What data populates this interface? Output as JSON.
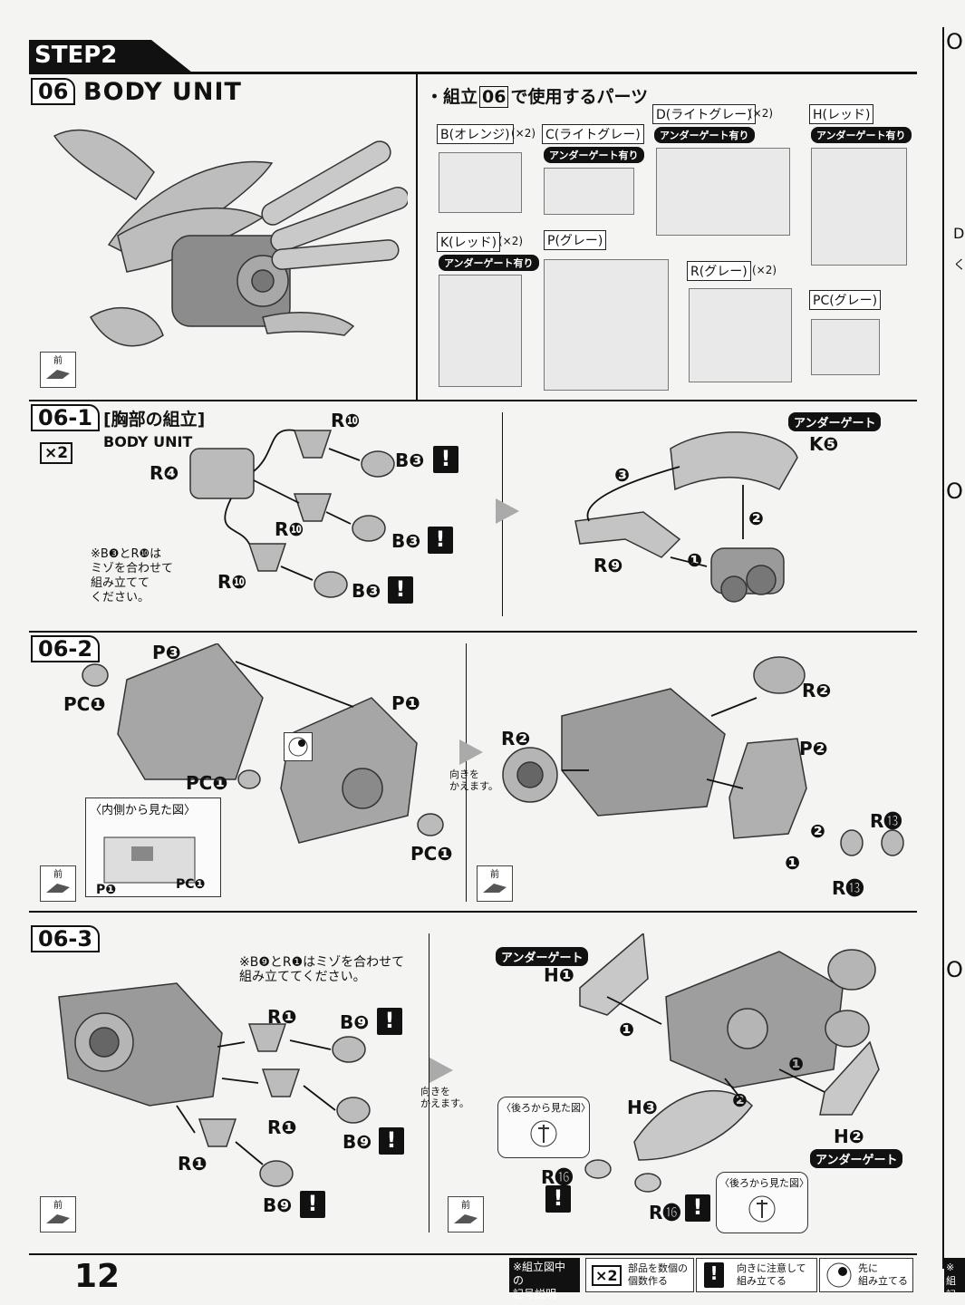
{
  "header": {
    "step": "STEP2",
    "section_num": "06",
    "section_title": "BODY UNIT"
  },
  "parts_list": {
    "title_prefix": "・組立",
    "title_num": "06",
    "title_suffix": "で使用するパーツ",
    "parts": [
      {
        "label": "B(オレンジ)",
        "qty": "(×2)",
        "tag": ""
      },
      {
        "label": "C(ライトグレー)",
        "qty": "",
        "tag": "アンダーゲート有り"
      },
      {
        "label": "D(ライトグレー)",
        "qty": "(×2)",
        "tag": "アンダーゲート有り"
      },
      {
        "label": "H(レッド)",
        "qty": "",
        "tag": "アンダーゲート有り"
      },
      {
        "label": "K(レッド)",
        "qty": "(×2)",
        "tag": "アンダーゲート有り"
      },
      {
        "label": "P(グレー)",
        "qty": "",
        "tag": ""
      },
      {
        "label": "R(グレー)",
        "qty": "(×2)",
        "tag": ""
      },
      {
        "label": "PC(グレー)",
        "qty": "",
        "tag": ""
      }
    ]
  },
  "front_label": "前",
  "step1": {
    "num": "06-1",
    "title": "[胸部の組立]",
    "subtitle": "BODY UNIT",
    "multiplier": "×2",
    "note": "※B❸とR❿は\nミゾを合わせて\n組み立てて\nください。",
    "labels": {
      "r4": "R❹",
      "r10": "R❿",
      "b3": "B❸",
      "r9": "R❾",
      "k5": "K❺",
      "undergate": "アンダーゲート",
      "n1": "❶",
      "n2": "❷",
      "n3": "❸"
    },
    "bang": "!"
  },
  "step2": {
    "num": "06-2",
    "labels": {
      "p3": "P❸",
      "p1": "P❶",
      "pc1": "PC❶",
      "r2": "R❷",
      "p2": "P❷",
      "r13": "R⓭",
      "n1": "❶",
      "n2": "❷"
    },
    "inset_caption": "〈内側から見た図〉",
    "turn": "向きを\nかえます。"
  },
  "step3": {
    "num": "06-3",
    "note": "※B❾とR❶はミゾを合わせて\n組み立ててください。",
    "labels": {
      "r1": "R❶",
      "b9": "B❾",
      "h1": "H❶",
      "h2": "H❷",
      "h3": "H❸",
      "r16": "R⓰",
      "undergate": "アンダーゲート",
      "n1": "❶",
      "n2": "❷"
    },
    "back_view": "〈後ろから見た図〉",
    "turn": "向きを\nかえます。",
    "bang": "!"
  },
  "footer": {
    "page": "12",
    "legend_title": "※組立図中の\n記号説明",
    "legend": [
      {
        "sym": "×2",
        "text": "部品を数個の\n個数作る"
      },
      {
        "sym": "!",
        "text": "向きに注意して\n組み立てる"
      },
      {
        "sym": "",
        "text": "先に\n組み立てる"
      }
    ],
    "edge_text": "※組\n記"
  },
  "edge": {
    "letters": [
      "O",
      "D",
      "く",
      "O",
      "O"
    ]
  }
}
